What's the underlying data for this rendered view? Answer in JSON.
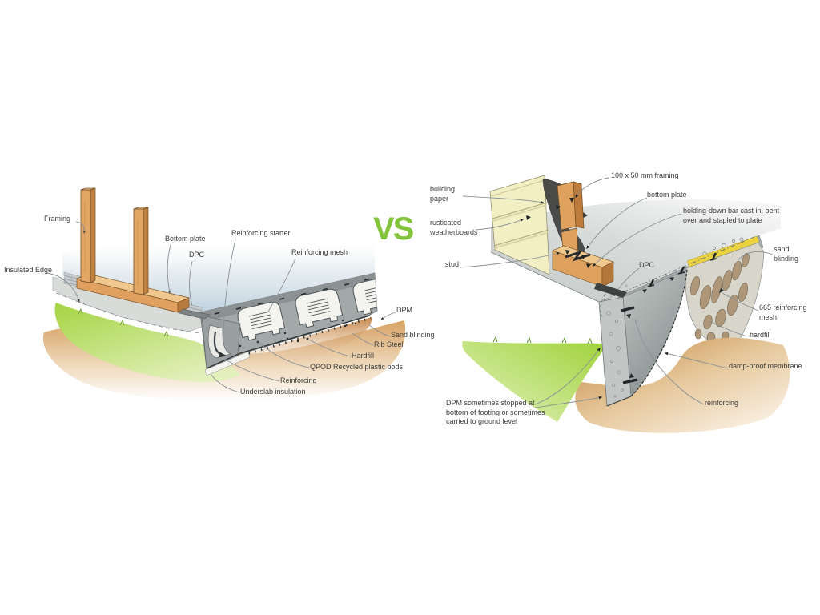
{
  "comparison": {
    "vs": "VS"
  },
  "left_diagram": {
    "labels": {
      "framing": "Framing",
      "insulated_edge": "Insulated Edge",
      "bottom_plate": "Bottom plate",
      "dpc": "DPC",
      "reinforcing_starter": "Reinforcing starter",
      "reinforcing_mesh": "Reinforcing mesh",
      "dpm": "DPM",
      "sand_blinding": "Sand blinding",
      "rib_steel": "Rib Steel",
      "hardfill": "Hardfill",
      "qpod": "QPOD Recycled plastic pods",
      "reinforcing": "Reinforcing",
      "underslab_insulation": "Underslab insulation"
    }
  },
  "right_diagram": {
    "labels": {
      "building_paper": "building\npaper",
      "rusticated_weatherboards": "rusticated\nweatherboards",
      "stud": "stud",
      "framing_100x50": "100 x 50 mm framing",
      "bottom_plate": "bottom plate",
      "holding_down_bar": "holding-down bar cast in, bent\nover and stapled to plate",
      "dpc": "DPC",
      "sand_blinding": "sand\nblinding",
      "mesh_665": "665 reinforcing\nmesh",
      "hardfill": "hardfill",
      "damp_proof_membrane": "damp-proof membrane",
      "reinforcing": "reinforcing",
      "dpm_note": "DPM sometimes stopped at\nbottom of footing or sometimes\ncarried to ground level"
    }
  },
  "colors": {
    "vs_green": "#84C43C",
    "timber": "#DFA25E",
    "concrete": "#C2C7C5",
    "floor_blue": "#BFD2DF",
    "grass": "#A5D442",
    "ground_tan": "#CE9659",
    "weatherboards": "#F2EFC5",
    "building_paper": "#4A4B49",
    "sand_blinding": "#EAD33F",
    "stones": "#AE9778"
  }
}
